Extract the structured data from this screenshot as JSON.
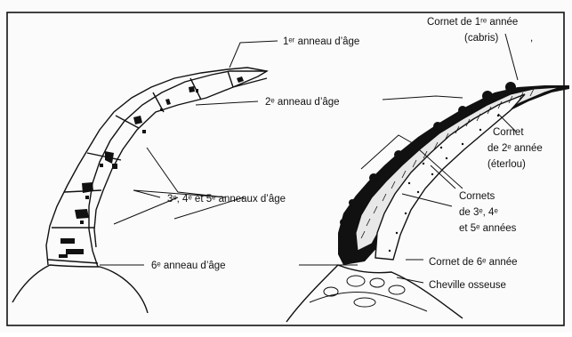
{
  "labels": {
    "ring1": "1ᵉʳ anneau d’âge",
    "ring2": "2ᵉ anneau d’âge",
    "rings345": "3ᵉ, 4ᵉ et 5ᵉ anneaux d’âge",
    "ring6": "6ᵉ anneau d’âge",
    "cornet1_line1": "Cornet de 1ʳᵉ année",
    "cornet1_line2": "(cabris)",
    "cornet1_mark": ",",
    "cornet2_line1": "Cornet",
    "cornet2_line2": "de 2ᵉ année",
    "cornet2_line3": "(éterlou)",
    "cornets345_line1": "Cornets",
    "cornets345_line2": "de 3ᵉ, 4ᵉ",
    "cornets345_line3": "et 5ᵉ années",
    "cornet6": "Cornet de 6ᵉ année",
    "cheville": "Cheville osseuse"
  },
  "colors": {
    "ink": "#111111",
    "paper": "#fbfbfb"
  }
}
